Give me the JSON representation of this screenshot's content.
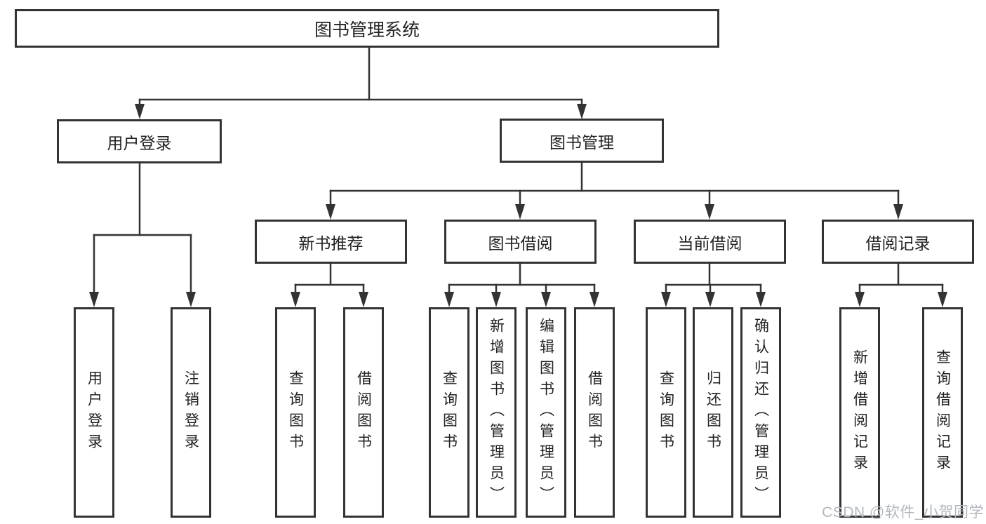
{
  "root": {
    "label": "图书管理系统"
  },
  "level2": [
    {
      "label": "用户登录"
    },
    {
      "label": "图书管理"
    }
  ],
  "level3": [
    {
      "label": "新书推荐",
      "parent": "图书管理"
    },
    {
      "label": "图书借阅",
      "parent": "图书管理"
    },
    {
      "label": "当前借阅",
      "parent": "图书管理"
    },
    {
      "label": "借阅记录",
      "parent": "图书管理"
    }
  ],
  "level4": [
    {
      "label": "用户登录",
      "parent": "用户登录"
    },
    {
      "label": "注销登录",
      "parent": "用户登录"
    },
    {
      "label": "查询图书",
      "parent": "新书推荐"
    },
    {
      "label": "借阅图书",
      "parent": "新书推荐"
    },
    {
      "label": "查询图书",
      "parent": "图书借阅"
    },
    {
      "label": "新增图书（管理员）",
      "parent": "图书借阅"
    },
    {
      "label": "编辑图书（管理员）",
      "parent": "图书借阅"
    },
    {
      "label": "借阅图书",
      "parent": "图书借阅"
    },
    {
      "label": "查询图书",
      "parent": "当前借阅"
    },
    {
      "label": "归还图书",
      "parent": "当前借阅"
    },
    {
      "label": "确认归还（管理员）",
      "parent": "当前借阅"
    },
    {
      "label": "新增借阅记录",
      "parent": "借阅记录"
    },
    {
      "label": "查询借阅记录",
      "parent": "借阅记录"
    }
  ],
  "watermark": "CSDN @软件_小贺同学",
  "colors": {
    "line": "#333333",
    "box_border": "#333333",
    "box_fill": "#ffffff",
    "text": "#222222",
    "watermark": "#b3b8be",
    "background": "#ffffff"
  }
}
